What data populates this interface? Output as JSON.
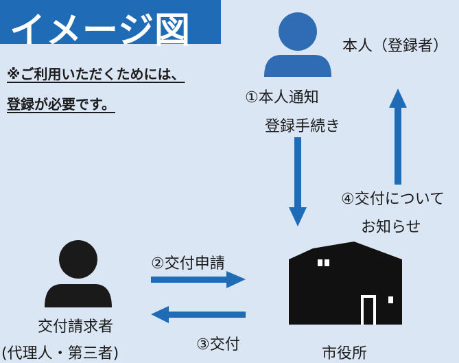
{
  "title": "イメージ図",
  "note": {
    "line1": "※ご利用いただくためには、",
    "line2": "登録が必要です。"
  },
  "actors": {
    "registrant": "本人（登録者）",
    "requester_line1": "交付請求者",
    "requester_line2": "(代理人・第三者)",
    "city_office": "市役所"
  },
  "steps": {
    "step1_line1": "①本人通知",
    "step1_line2": "登録手続き",
    "step2": "②交付申請",
    "step3": "③交付",
    "step4_line1": "④交付について",
    "step4_line2": "お知らせ"
  },
  "colors": {
    "title_bg": "#1f6bb5",
    "background": "#dbe6f4",
    "arrow": "#1f6bb5",
    "registrant_icon": "#2f6cb4",
    "requester_icon": "#1a1a1a",
    "building": "#111111"
  }
}
